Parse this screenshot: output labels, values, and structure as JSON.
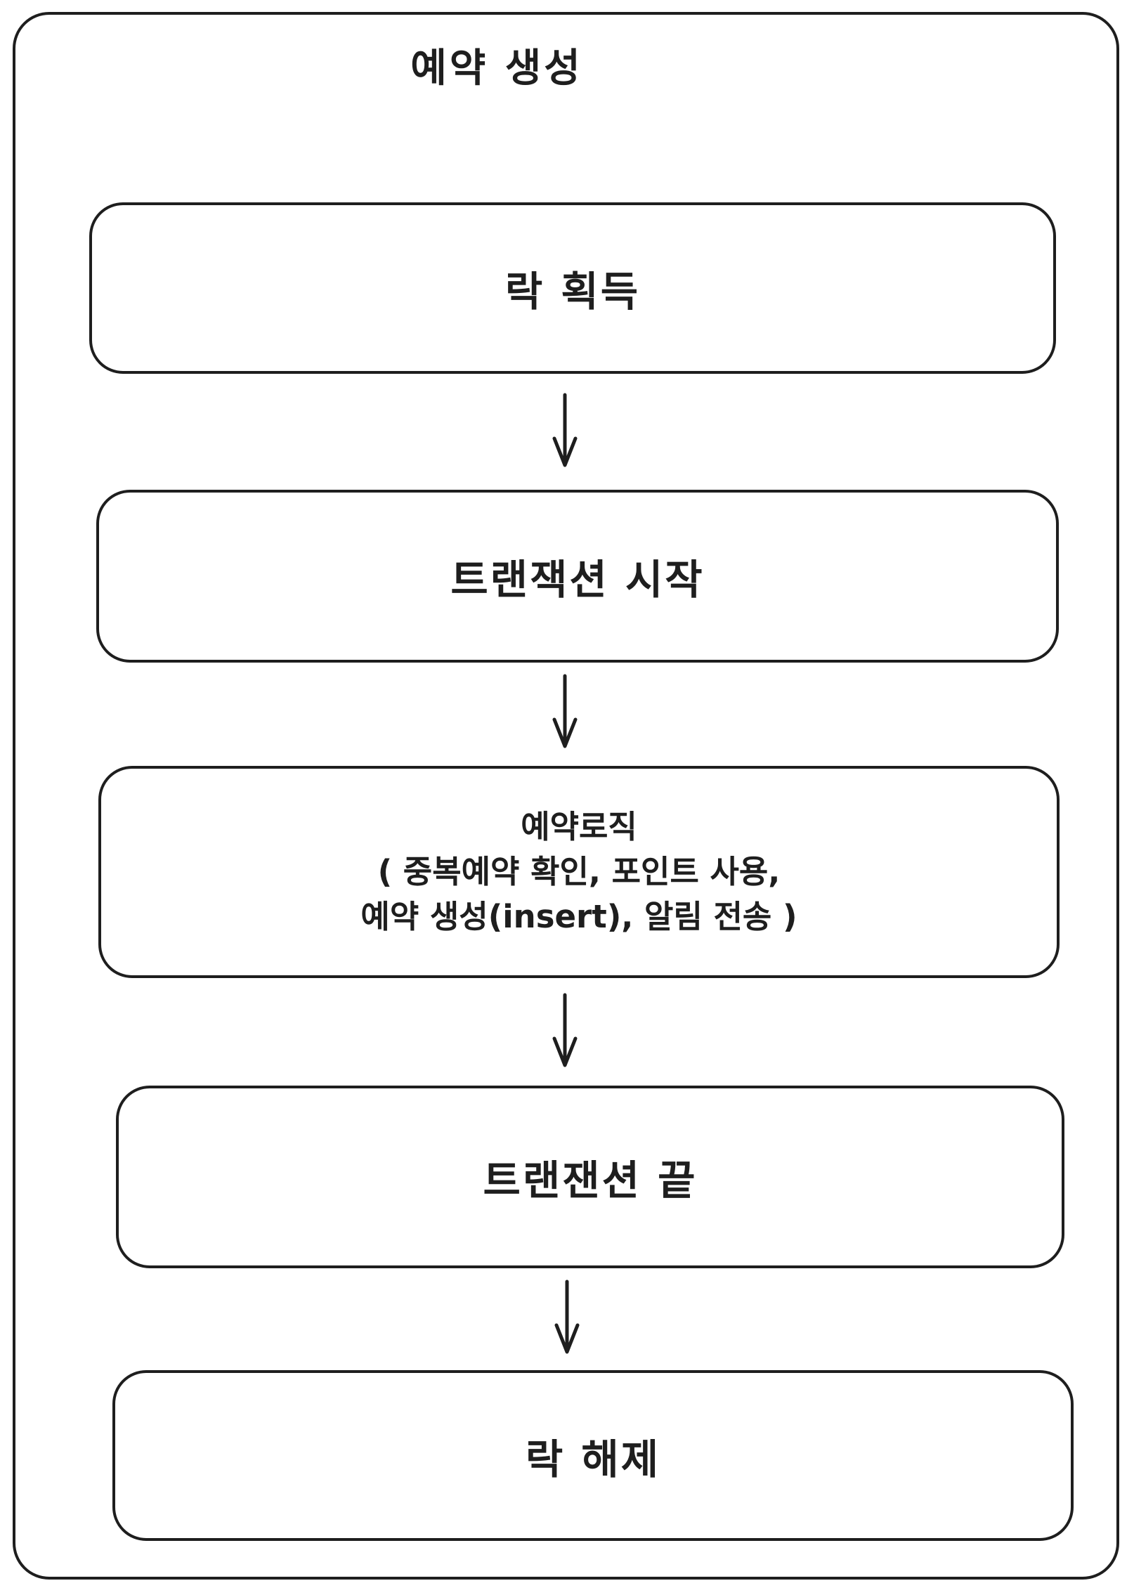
{
  "diagram": {
    "title": "예약 생성",
    "stroke_color": "#1e1e1e",
    "background_color": "#ffffff",
    "nodes": [
      {
        "id": "acquire-lock",
        "label": "락 획득"
      },
      {
        "id": "transaction-start",
        "label": "트랜잭션 시작"
      },
      {
        "id": "reservation-logic",
        "lines": [
          "예약로직",
          "( 중복예약 확인, 포인트 사용,",
          "예약 생성(insert), 알림 전송 )"
        ]
      },
      {
        "id": "transaction-end",
        "label": "트랜잰션 끝"
      },
      {
        "id": "release-lock",
        "label": "락 해제"
      }
    ],
    "connectors": [
      {
        "from": "acquire-lock",
        "to": "transaction-start",
        "type": "down-arrow"
      },
      {
        "from": "transaction-start",
        "to": "reservation-logic",
        "type": "down-arrow"
      },
      {
        "from": "reservation-logic",
        "to": "transaction-end",
        "type": "down-arrow"
      },
      {
        "from": "transaction-end",
        "to": "release-lock",
        "type": "down-arrow"
      }
    ]
  }
}
